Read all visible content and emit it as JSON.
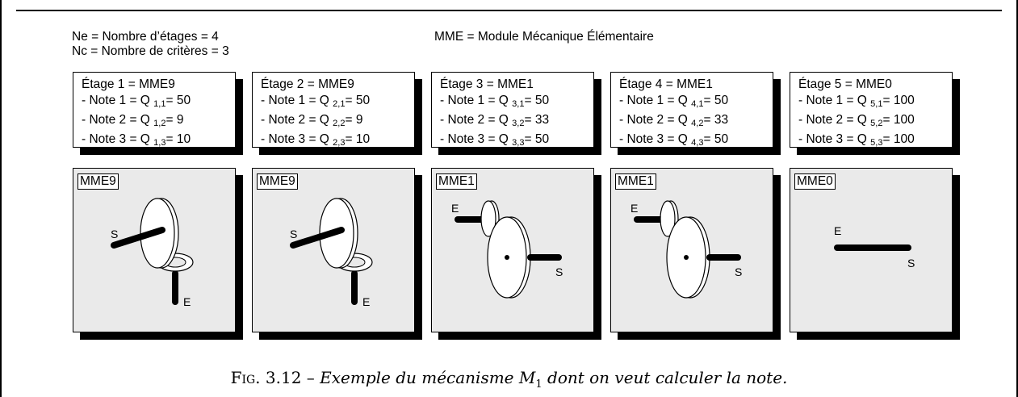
{
  "header": {
    "ne_line": "Ne = Nombre d’étages = 4",
    "nc_line": "Nc = Nombre de critères = 3",
    "mme_def": "MME = Module Mécanique Élémentaire"
  },
  "stages": [
    {
      "title": "Étage 1 = MME9",
      "prefix": "- Note ",
      "notes": [
        {
          "num": "1",
          "sub": "1,1",
          "value": "50"
        },
        {
          "num": "2",
          "sub": "1,2",
          "value": "9"
        },
        {
          "num": "3",
          "sub": "1,3",
          "value": "10"
        }
      ]
    },
    {
      "title": "Étage 2 = MME9",
      "prefix": "- Note ",
      "notes": [
        {
          "num": "1",
          "sub": "2,1",
          "value": "50"
        },
        {
          "num": "2",
          "sub": "2,2",
          "value": "9"
        },
        {
          "num": "3",
          "sub": "2,3",
          "value": "10"
        }
      ]
    },
    {
      "title": "Étage 3 = MME1",
      "prefix": "- Note ",
      "notes": [
        {
          "num": "1",
          "sub": "3,1",
          "value": "50"
        },
        {
          "num": "2",
          "sub": "3,2",
          "value": "33"
        },
        {
          "num": "3",
          "sub": "3,3",
          "value": "50"
        }
      ]
    },
    {
      "title": "Étage 4 = MME1",
      "prefix": "- Note ",
      "notes": [
        {
          "num": "1",
          "sub": "4,1",
          "value": "50"
        },
        {
          "num": "2",
          "sub": "4,2",
          "value": "33"
        },
        {
          "num": "3",
          "sub": "4,3",
          "value": "50"
        }
      ]
    },
    {
      "title": "Étage 5 = MME0",
      "prefix": "- Note ",
      "notes": [
        {
          "num": "1",
          "sub": "5,1",
          "value": "100"
        },
        {
          "num": "2",
          "sub": "5,2",
          "value": "100"
        },
        {
          "num": "3",
          "sub": "5,3",
          "value": "100"
        }
      ]
    }
  ],
  "panels": [
    {
      "label": "MME9",
      "type": "MME9",
      "in_label": "E",
      "out_label": "S"
    },
    {
      "label": "MME9",
      "type": "MME9",
      "in_label": "E",
      "out_label": "S"
    },
    {
      "label": "MME1",
      "type": "MME1",
      "in_label": "E",
      "out_label": "S"
    },
    {
      "label": "MME1",
      "type": "MME1",
      "in_label": "E",
      "out_label": "S"
    },
    {
      "label": "MME0",
      "type": "MME0",
      "in_label": "E",
      "out_label": "S"
    }
  ],
  "caption": {
    "label": "Fig. 3.12 –",
    "text_before": "Exemple du mécanisme ",
    "symbol": "M",
    "symbol_sub": "1",
    "text_after": " dont on veut calculer la note."
  }
}
